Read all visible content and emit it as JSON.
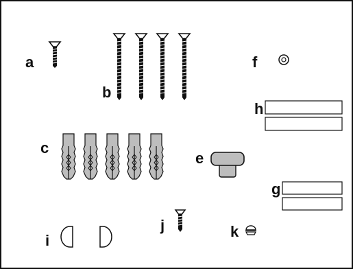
{
  "parts": {
    "a": {
      "label": "a"
    },
    "b": {
      "label": "b"
    },
    "c": {
      "label": "c"
    },
    "e": {
      "label": "e"
    },
    "f": {
      "label": "f"
    },
    "g": {
      "label": "g"
    },
    "h": {
      "label": "h"
    },
    "i": {
      "label": "i"
    },
    "j": {
      "label": "j"
    },
    "k": {
      "label": "k"
    }
  }
}
